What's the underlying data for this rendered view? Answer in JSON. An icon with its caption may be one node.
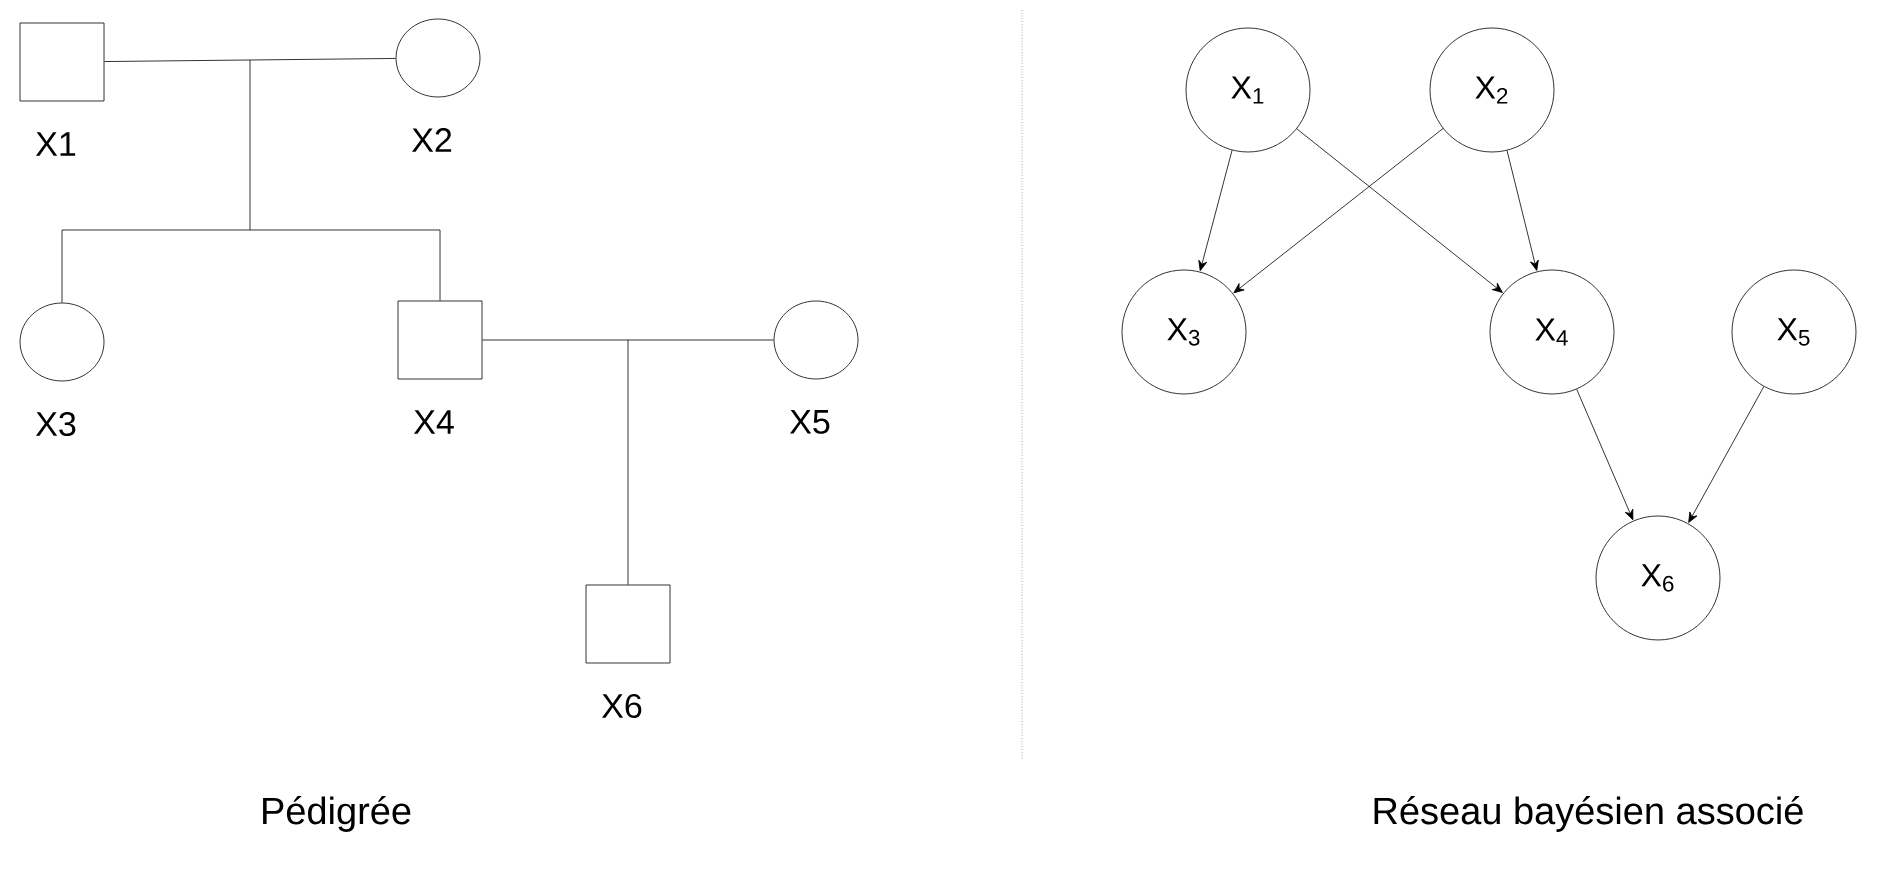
{
  "diagram": {
    "nodes": [
      {
        "text": [
          "X1"
        ]
      },
      {
        "text": [
          "X2"
        ]
      },
      {
        "text": [
          "X3"
        ]
      },
      {
        "text": [
          "X4"
        ]
      },
      {
        "text": [
          "X5"
        ]
      },
      {
        "text": [
          "X6"
        ]
      },
      {
        "text": [
          "X$_{1}$"
        ]
      },
      {
        "text": [
          "X$_{2}$"
        ]
      },
      {
        "text": [
          "X$_{3}$"
        ]
      },
      {
        "text": [
          "X$_{4}$"
        ]
      },
      {
        "text": [
          "X$_{5}$"
        ]
      },
      {
        "text": [
          "X$_{6}$"
        ]
      }
    ],
    "edges": [
      {
        "from": 0,
        "to": 1,
        "arrow": "none"
      },
      {
        "from": 0,
        "to": 2,
        "arrow": "none"
      },
      {
        "from": 0,
        "to": 3,
        "arrow": "none"
      },
      {
        "from": 1,
        "to": 2,
        "arrow": "none"
      },
      {
        "from": 1,
        "to": 3,
        "arrow": "none"
      },
      {
        "from": 3,
        "to": 4,
        "arrow": "none"
      },
      {
        "from": 3,
        "to": 5,
        "arrow": "none"
      },
      {
        "from": 4,
        "to": 5,
        "arrow": "none"
      },
      {
        "from": 6,
        "to": 8,
        "arrow": "to"
      },
      {
        "from": 6,
        "to": 9,
        "arrow": "to"
      },
      {
        "from": 7,
        "to": 8,
        "arrow": "to"
      },
      {
        "from": 7,
        "to": 9,
        "arrow": "to"
      },
      {
        "from": 9,
        "to": 11,
        "arrow": "to"
      },
      {
        "from": 10,
        "to": 11,
        "arrow": "to"
      }
    ],
    "labels": [
      "Pédigrée",
      "Réseau bayésien associé"
    ]
  }
}
